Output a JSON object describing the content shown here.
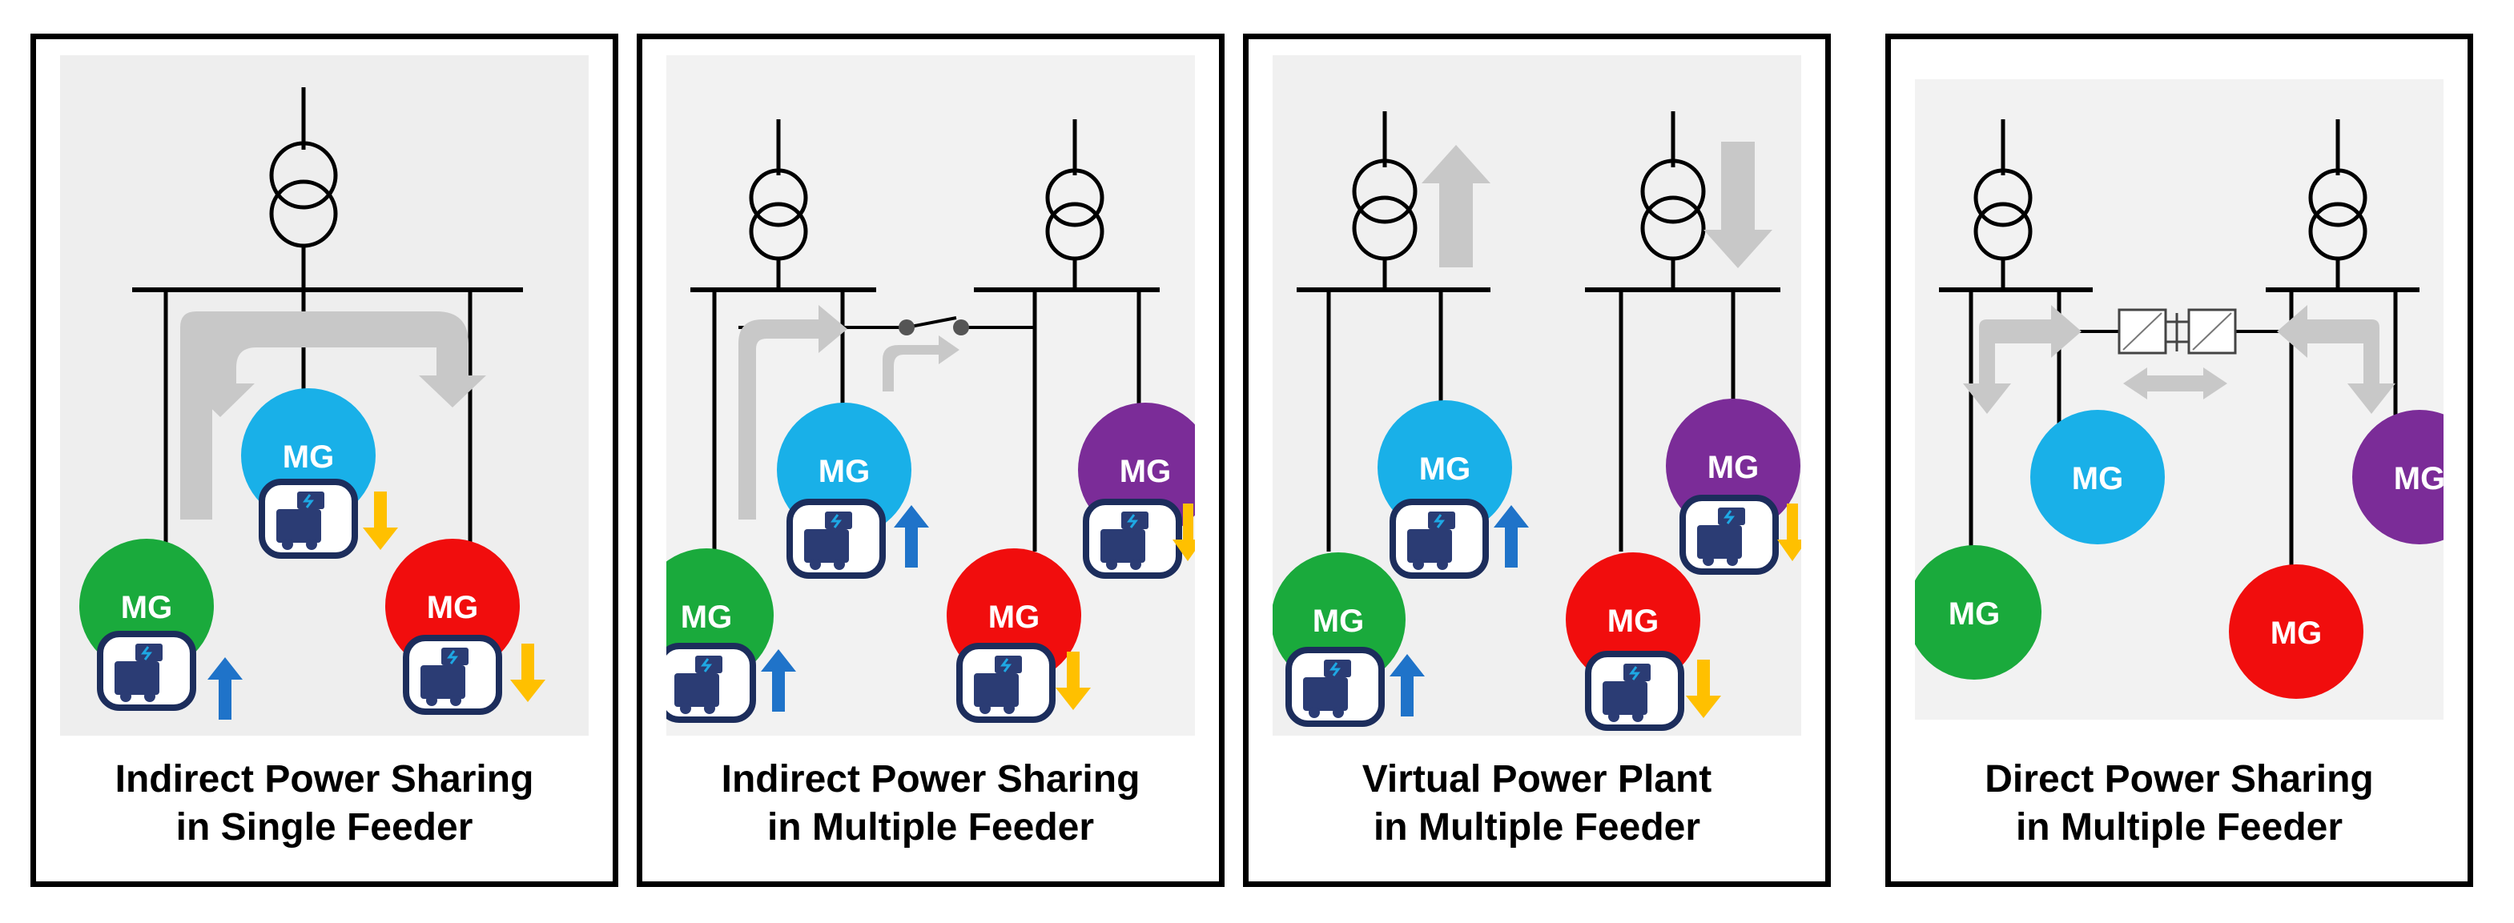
{
  "colors": {
    "green": "#1aaa3c",
    "cyan": "#19b0e8",
    "red": "#f10d0d",
    "purple": "#7b2c98",
    "up_arrow": "#1f73c9",
    "down_arrow": "#ffc000",
    "flow_arrow": "#c8c8c8",
    "storage_frame": "#1c2d5c"
  },
  "mg_label": "MG",
  "panels": [
    {
      "id": "single-feeder-indirect",
      "caption_line1": "Indirect Power Sharing",
      "caption_line2": "in Single Feeder",
      "nodes": [
        {
          "color": "green",
          "storage": "up"
        },
        {
          "color": "cyan",
          "storage": "down"
        },
        {
          "color": "red",
          "storage": "down"
        }
      ]
    },
    {
      "id": "multi-feeder-indirect",
      "caption_line1": "Indirect Power Sharing",
      "caption_line2": "in Multiple Feeder",
      "nodes": [
        {
          "color": "green",
          "storage": "up"
        },
        {
          "color": "cyan",
          "storage": "up"
        },
        {
          "color": "red",
          "storage": "down"
        },
        {
          "color": "purple",
          "storage": "down"
        }
      ]
    },
    {
      "id": "virtual-power-plant",
      "caption_line1": "Virtual Power Plant",
      "caption_line2": "in Multiple Feeder",
      "nodes": [
        {
          "color": "green",
          "storage": "up"
        },
        {
          "color": "cyan",
          "storage": "up"
        },
        {
          "color": "red",
          "storage": "down"
        },
        {
          "color": "purple",
          "storage": "down"
        }
      ]
    },
    {
      "id": "direct-power-sharing",
      "caption_line1": "Direct Power Sharing",
      "caption_line2": "in Multiple Feeder",
      "nodes": [
        {
          "color": "green",
          "storage": "none"
        },
        {
          "color": "cyan",
          "storage": "none"
        },
        {
          "color": "red",
          "storage": "none"
        },
        {
          "color": "purple",
          "storage": "none"
        }
      ]
    }
  ]
}
